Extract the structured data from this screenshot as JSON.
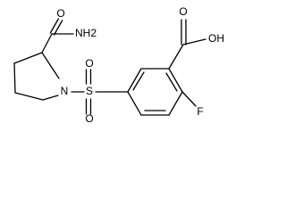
{
  "molecule": {
    "atoms": {
      "amide_group": "NH2",
      "amide_oxygen": "O",
      "ring_nitrogen": "N",
      "sulfur": "S",
      "sulfonyl_oxygen_top": "O",
      "sulfonyl_oxygen_bottom": "O",
      "acid_oxygen_double": "O",
      "acid_hydroxyl": "OH",
      "fluorine": "F"
    }
  }
}
